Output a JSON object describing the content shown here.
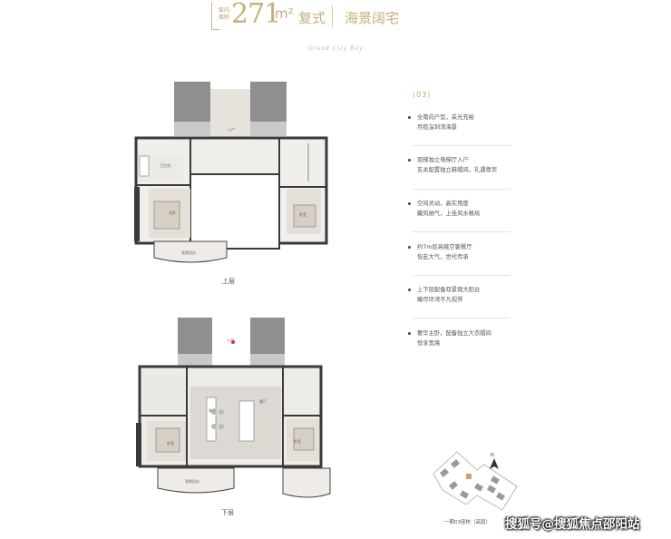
{
  "header": {
    "small_tag": "套内 面积",
    "area_number": "271",
    "area_unit": "m²",
    "area_type": "复式",
    "subtitle": "海景阔宅"
  },
  "script_signature": "Grand City Bay",
  "floor_labels": {
    "upper": "上层",
    "lower": "下层"
  },
  "room_labels": {
    "upper_bath": "卫生间",
    "upper_master": "主卧",
    "upper_bedroom": "卧室",
    "upper_balcony": "观景阳台",
    "upper_entry": "入户",
    "lower_living": "客厅",
    "lower_dining": "餐厅",
    "lower_bedroom1": "卧室",
    "lower_bedroom2": "卧室",
    "lower_balcony": "观景阳台",
    "lower_entry": "入户"
  },
  "unit_number": "(03)",
  "features": [
    {
      "lines": [
        "全南向户型，采光充裕",
        "尽揽深圳湾海景"
      ]
    },
    {
      "lines": [
        "双梯独立电梯厅入户",
        "玄关配置独立鞋帽间，礼遇尊崇"
      ]
    },
    {
      "lines": [
        "空间灵动，高实用度",
        "藏风纳气，上佳风水格局"
      ]
    },
    {
      "lines": [
        "约7m层高挑空客餐厅",
        "恢宏大气，世代传承"
      ]
    },
    {
      "lines": [
        "上下层配备双景观大阳台",
        "瞰尽环湾不凡视界"
      ]
    },
    {
      "lines": [
        "奢华主卧，配备独立大衣帽间",
        "悦享宽境"
      ]
    }
  ],
  "compass_label": "N",
  "site_caption": "一期03座栋（高层）",
  "watermark": "搜狐号@搜狐焦点邵阳站",
  "colors": {
    "gold": "#c4b07a",
    "wall": "#3a3a3a",
    "gray": "#8e8e8e",
    "accent_red": "#e03030"
  }
}
